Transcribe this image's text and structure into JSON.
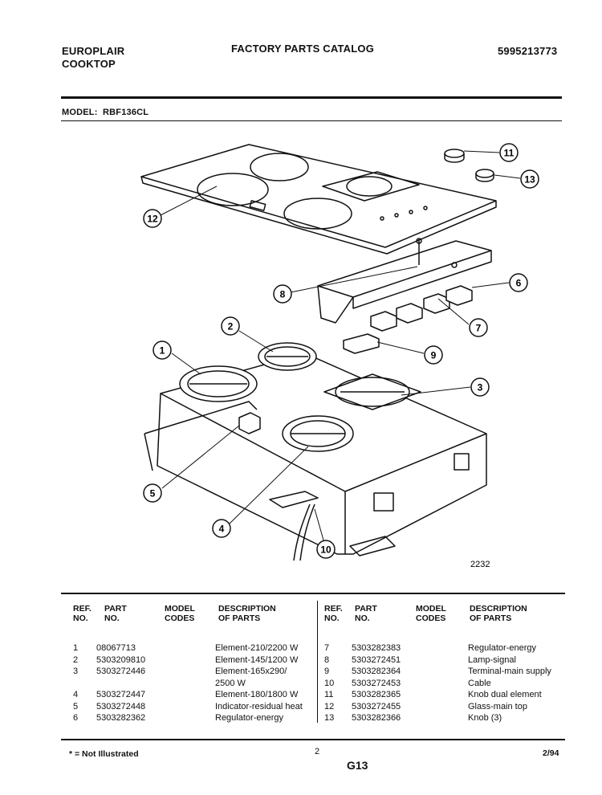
{
  "header": {
    "brand": "EUROPLAIR",
    "product": "COOKTOP",
    "title": "FACTORY PARTS CATALOG",
    "catalog_no": "5995213773",
    "model_label": "MODEL:",
    "model_value": "RBF136CL"
  },
  "diagram": {
    "figure_no": "2232",
    "callouts": [
      "11",
      "13",
      "12",
      "8",
      "6",
      "7",
      "9",
      "2",
      "1",
      "3",
      "5",
      "4",
      "10"
    ]
  },
  "parts_table": {
    "headers": {
      "ref": "REF.\nNO.",
      "part": "PART\nNO.",
      "model": "MODEL\nCODES",
      "desc": "DESCRIPTION\nOF PARTS"
    },
    "left_rows": [
      {
        "ref": "1",
        "part": "08067713",
        "model": "",
        "desc": "Element-210/2200 W"
      },
      {
        "ref": "2",
        "part": "5303209810",
        "model": "",
        "desc": "Element-145/1200 W"
      },
      {
        "ref": "3",
        "part": "5303272446",
        "model": "",
        "desc": "Element-165x290/"
      },
      {
        "ref": "",
        "part": "",
        "model": "",
        "desc": "2500 W"
      },
      {
        "ref": "4",
        "part": "5303272447",
        "model": "",
        "desc": "Element-180/1800 W"
      },
      {
        "ref": "5",
        "part": "5303272448",
        "model": "",
        "desc": "Indicator-residual heat"
      },
      {
        "ref": "6",
        "part": "5303282362",
        "model": "",
        "desc": "Regulator-energy"
      }
    ],
    "right_rows": [
      {
        "ref": "7",
        "part": "5303282383",
        "model": "",
        "desc": "Regulator-energy"
      },
      {
        "ref": "8",
        "part": "5303272451",
        "model": "",
        "desc": "Lamp-signal"
      },
      {
        "ref": "9",
        "part": "5303282364",
        "model": "",
        "desc": "Terminal-main supply"
      },
      {
        "ref": "10",
        "part": "5303272453",
        "model": "",
        "desc": "Cable"
      },
      {
        "ref": "11",
        "part": "5303282365",
        "model": "",
        "desc": "Knob dual element"
      },
      {
        "ref": "12",
        "part": "5303272455",
        "model": "",
        "desc": "Glass-main top"
      },
      {
        "ref": "13",
        "part": "5303282366",
        "model": "",
        "desc": "Knob (3)"
      }
    ]
  },
  "footer": {
    "note": "* = Not Illustrated",
    "page": "2",
    "code": "G13",
    "date": "2/94"
  }
}
